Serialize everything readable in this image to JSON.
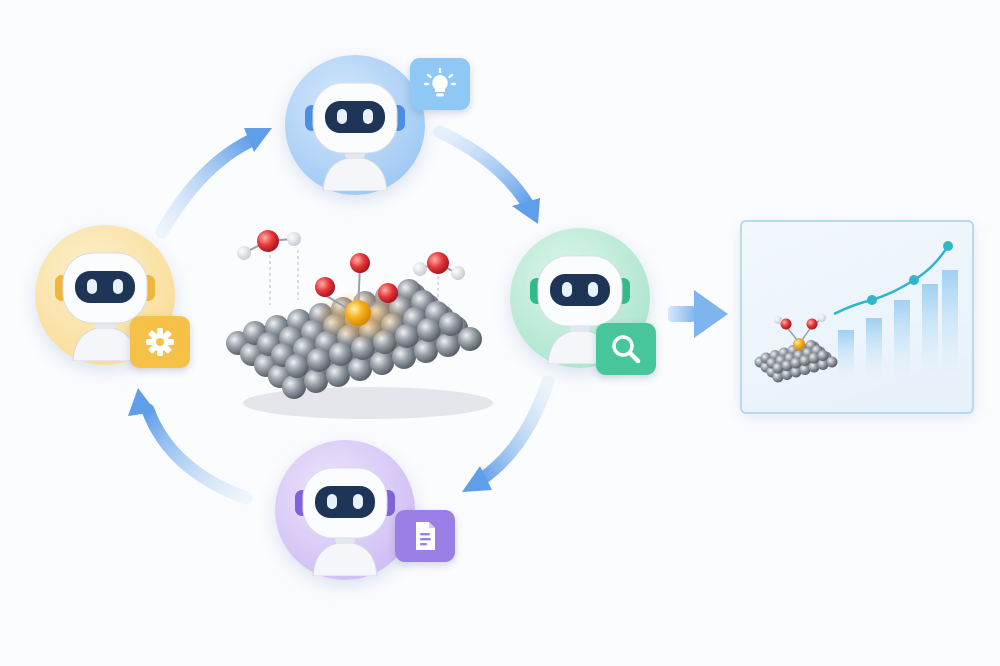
{
  "diagram": {
    "agents": [
      {
        "id": "top",
        "badge_icon": "lightbulb-icon",
        "color": "#8fc0f2",
        "accent": "#4c8fe0"
      },
      {
        "id": "right",
        "badge_icon": "magnifier-icon",
        "color": "#9fe0c5",
        "accent": "#33b98a"
      },
      {
        "id": "bottom",
        "badge_icon": "document-icon",
        "color": "#c7b3f2",
        "accent": "#7f63d8"
      },
      {
        "id": "left",
        "badge_icon": "gear-icon",
        "color": "#f8d78a",
        "accent": "#f0b63a"
      }
    ],
    "cycle_arrow_color": "#5f9ee8",
    "output_arrow_color": "#7fb5ee",
    "center_icon": "catalyst-surface-with-water-molecules",
    "output_panel": {
      "icon": "catalyst-surface-with-improving-trend-chart",
      "trend_color": "#2fb6c9",
      "bar_color": "#9fd0f2"
    }
  }
}
